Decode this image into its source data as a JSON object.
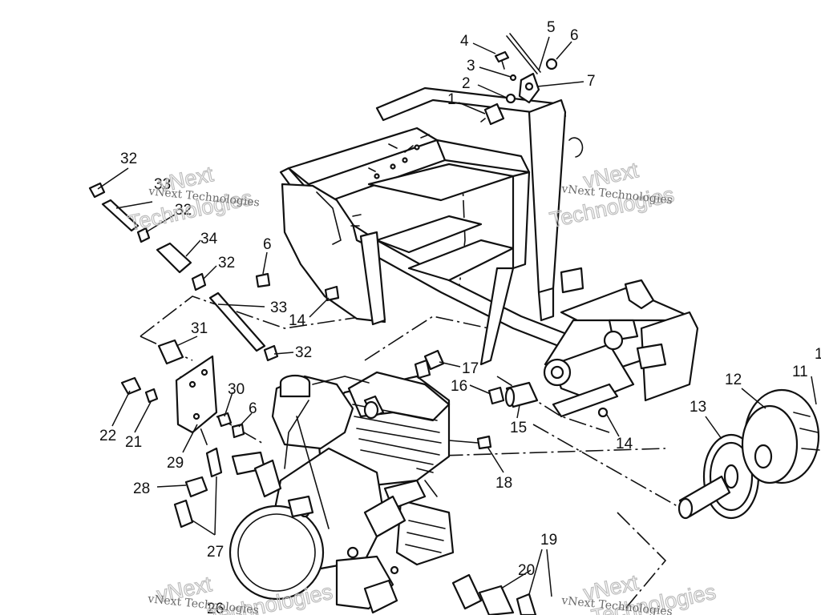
{
  "watermarks": {
    "small": [
      "vNext Technologies",
      "vNext Technologies",
      "vNext Technologies",
      "vNext Technologies"
    ],
    "big": [
      "vNext",
      "Technologies",
      "vNext",
      "Technologies",
      "vNext",
      "Technologies",
      "vNext",
      "Technologies"
    ]
  },
  "callouts": [
    {
      "id": "c1",
      "text": "1"
    },
    {
      "id": "c2",
      "text": "2"
    },
    {
      "id": "c3",
      "text": "3"
    },
    {
      "id": "c4",
      "text": "4"
    },
    {
      "id": "c5",
      "text": "5"
    },
    {
      "id": "c6a",
      "text": "6"
    },
    {
      "id": "c7",
      "text": "7"
    },
    {
      "id": "c32a",
      "text": "32"
    },
    {
      "id": "c33a",
      "text": "33"
    },
    {
      "id": "c32b",
      "text": "32"
    },
    {
      "id": "c34",
      "text": "34"
    },
    {
      "id": "c6b",
      "text": "6"
    },
    {
      "id": "c32c",
      "text": "32"
    },
    {
      "id": "c33b",
      "text": "33"
    },
    {
      "id": "c14a",
      "text": "14"
    },
    {
      "id": "c31",
      "text": "31"
    },
    {
      "id": "c32d",
      "text": "32"
    },
    {
      "id": "c17",
      "text": "17"
    },
    {
      "id": "c16",
      "text": "16"
    },
    {
      "id": "c30",
      "text": "30"
    },
    {
      "id": "c6c",
      "text": "6"
    },
    {
      "id": "c22",
      "text": "22"
    },
    {
      "id": "c21",
      "text": "21"
    },
    {
      "id": "c29",
      "text": "29"
    },
    {
      "id": "c15",
      "text": "15"
    },
    {
      "id": "c14b",
      "text": "14"
    },
    {
      "id": "c13",
      "text": "13"
    },
    {
      "id": "c12",
      "text": "12"
    },
    {
      "id": "c11",
      "text": "11"
    },
    {
      "id": "c1b",
      "text": "1"
    },
    {
      "id": "c28",
      "text": "28"
    },
    {
      "id": "c18",
      "text": "18"
    },
    {
      "id": "c27",
      "text": "27"
    },
    {
      "id": "c19",
      "text": "19"
    },
    {
      "id": "c20",
      "text": "20"
    },
    {
      "id": "c26",
      "text": "26"
    }
  ]
}
